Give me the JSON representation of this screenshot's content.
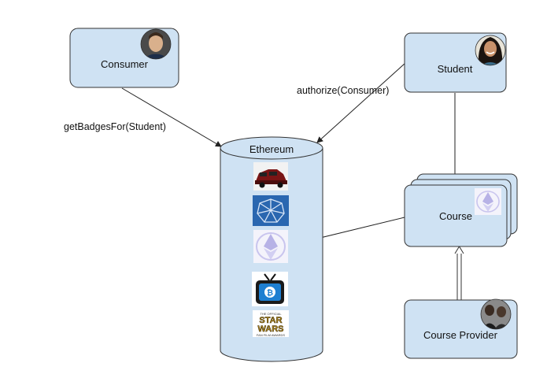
{
  "nodes": {
    "consumer": {
      "label": "Consumer",
      "avatar": "consumer-avatar"
    },
    "student": {
      "label": "Student",
      "avatar": "student-avatar"
    },
    "ethereum": {
      "label": "Ethereum"
    },
    "course": {
      "label": "Course"
    },
    "course_provider": {
      "label": "Course Provider",
      "avatar": "course-provider-avatar"
    }
  },
  "edges": {
    "get_badges": {
      "label": "getBadgesFor(Student)"
    },
    "authorize": {
      "label": "authorize(Consumer)"
    }
  },
  "badges": [
    {
      "name": "car-badge-icon"
    },
    {
      "name": "network-badge-icon"
    },
    {
      "name": "ethereum-logo-badge-icon"
    },
    {
      "name": "bitcoin-tv-badge-icon"
    },
    {
      "name": "star-wars-badge-icon"
    }
  ],
  "badge_text": {
    "star_wars_top": "THE OFFICIAL",
    "star_wars_main1": "STAR",
    "star_wars_main2": "WARS",
    "star_wars_bottom": "FAN FILM AWARDS"
  },
  "colors": {
    "node_fill": "#cfe2f3",
    "stroke": "#333333"
  }
}
